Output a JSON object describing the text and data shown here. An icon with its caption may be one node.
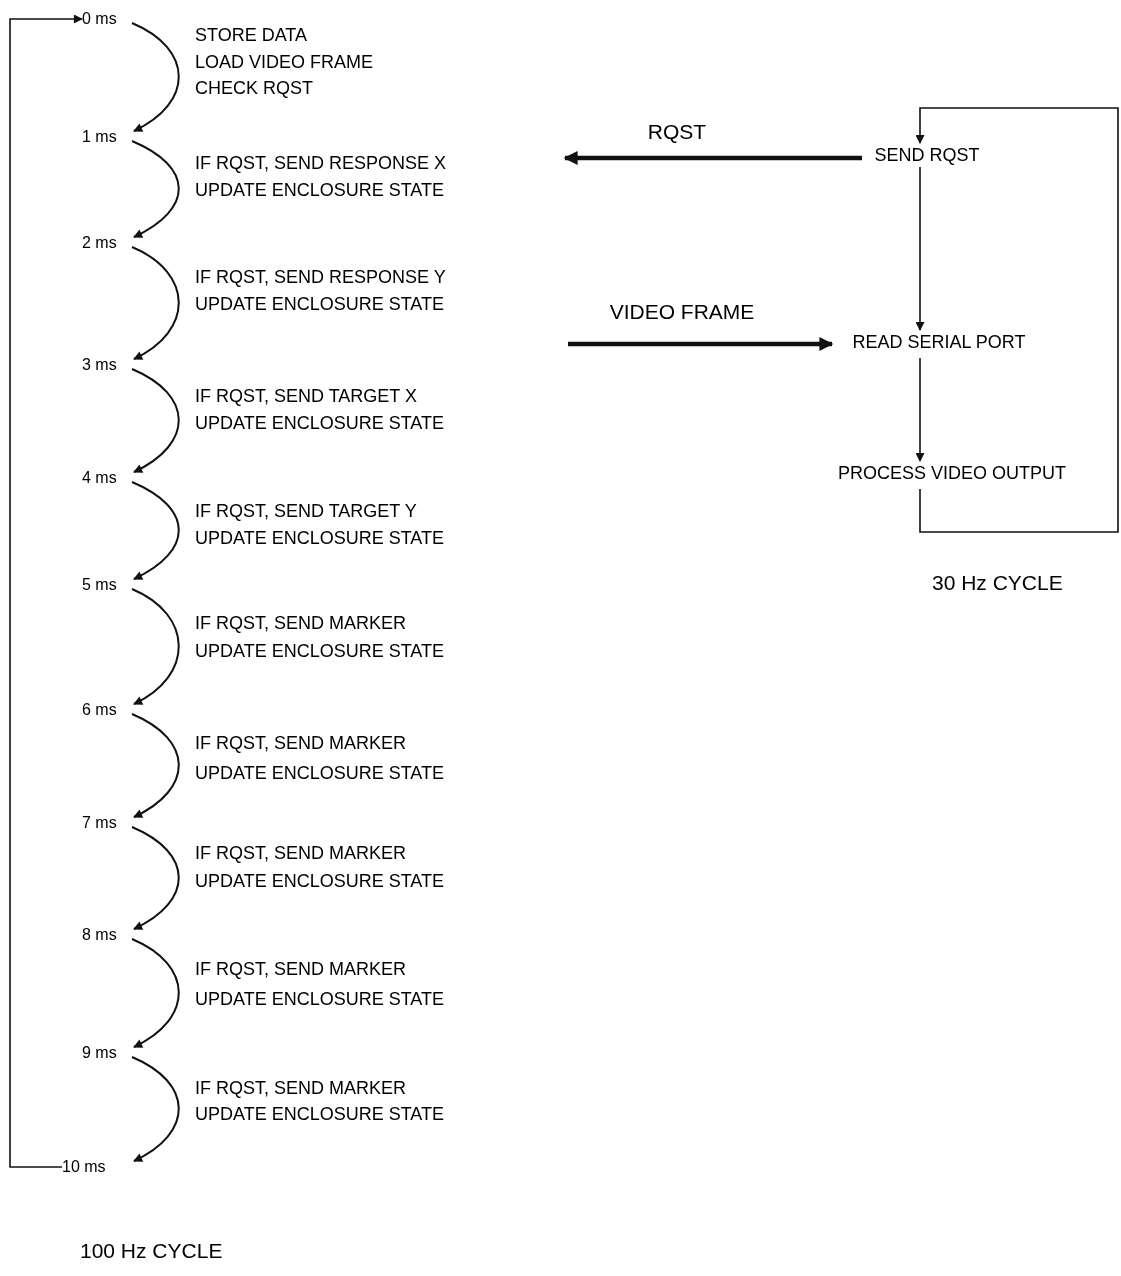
{
  "diagram": {
    "nodes": [
      {
        "text": [
          "0 ms"
        ]
      },
      {
        "text": [
          "1 ms"
        ]
      },
      {
        "text": [
          "2 ms"
        ]
      },
      {
        "text": [
          "3 ms"
        ]
      },
      {
        "text": [
          "4 ms"
        ]
      },
      {
        "text": [
          "5 ms"
        ]
      },
      {
        "text": [
          "6 ms"
        ]
      },
      {
        "text": [
          "7 ms"
        ]
      },
      {
        "text": [
          "8 ms"
        ]
      },
      {
        "text": [
          "9 ms"
        ]
      },
      {
        "text": [
          "10 ms"
        ]
      },
      {
        "text": [
          "SEND RQST"
        ]
      },
      {
        "text": [
          "READ SERIAL PORT"
        ]
      },
      {
        "text": [
          "PROCESS VIDEO OUTPUT"
        ]
      }
    ],
    "edges": [
      {
        "from": 0,
        "to": 1,
        "arrow": "to"
      },
      {
        "from": 1,
        "to": 2,
        "arrow": "to"
      },
      {
        "from": 2,
        "to": 3,
        "arrow": "to"
      },
      {
        "from": 3,
        "to": 4,
        "arrow": "to"
      },
      {
        "from": 4,
        "to": 5,
        "arrow": "to"
      },
      {
        "from": 5,
        "to": 6,
        "arrow": "to"
      },
      {
        "from": 6,
        "to": 7,
        "arrow": "to"
      },
      {
        "from": 7,
        "to": 8,
        "arrow": "to"
      },
      {
        "from": 8,
        "to": 9,
        "arrow": "to"
      },
      {
        "from": 9,
        "to": 10,
        "arrow": "to"
      },
      {
        "from": 10,
        "to": 0,
        "arrow": "to"
      },
      {
        "from": 11,
        "to": null,
        "arrow": "to",
        "label": "RQST",
        "style": "thick"
      },
      {
        "from": null,
        "to": 12,
        "arrow": "to",
        "label": "VIDEO FRAME",
        "style": "thick"
      },
      {
        "from": 11,
        "to": 12,
        "arrow": "to"
      },
      {
        "from": 12,
        "to": 13,
        "arrow": "to"
      },
      {
        "from": 13,
        "to": 11,
        "arrow": "to"
      }
    ],
    "labels": [
      "STORE DATA",
      "LOAD VIDEO FRAME",
      "CHECK RQST",
      "IF RQST, SEND RESPONSE X",
      "UPDATE ENCLOSURE STATE",
      "IF RQST, SEND RESPONSE Y",
      "UPDATE ENCLOSURE STATE",
      "IF RQST, SEND TARGET X",
      "UPDATE ENCLOSURE STATE",
      "IF RQST, SEND TARGET Y",
      "UPDATE ENCLOSURE STATE",
      "IF RQST, SEND MARKER",
      "UPDATE ENCLOSURE STATE",
      "IF RQST, SEND MARKER",
      "UPDATE ENCLOSURE STATE",
      "IF RQST, SEND MARKER",
      "UPDATE ENCLOSURE STATE",
      "IF RQST, SEND MARKER",
      "UPDATE ENCLOSURE STATE",
      "IF RQST, SEND MARKER",
      "UPDATE ENCLOSURE STATE",
      "30 Hz CYCLE",
      "100 Hz CYCLE"
    ]
  }
}
